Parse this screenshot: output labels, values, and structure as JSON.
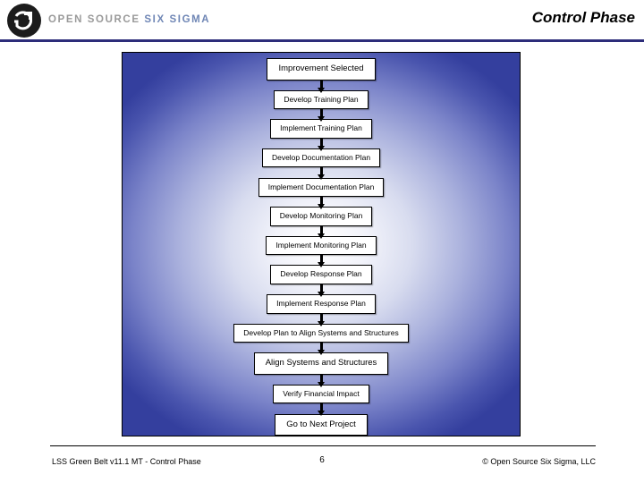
{
  "header": {
    "brand_open": "OPEN SOURCE ",
    "brand_six": "SIX SIGMA",
    "title": "Control Phase",
    "logo_icon": "open-source-six-sigma-logo-icon"
  },
  "flow": {
    "nodes": [
      {
        "label": "Improvement Selected",
        "size": "big"
      },
      {
        "label": "Develop Training Plan",
        "size": "small"
      },
      {
        "label": "Implement Training Plan",
        "size": "small"
      },
      {
        "label": "Develop Documentation Plan",
        "size": "small"
      },
      {
        "label": "Implement Documentation Plan",
        "size": "small"
      },
      {
        "label": "Develop Monitoring Plan",
        "size": "small"
      },
      {
        "label": "Implement Monitoring Plan",
        "size": "small"
      },
      {
        "label": "Develop Response Plan",
        "size": "small"
      },
      {
        "label": "Implement Response Plan",
        "size": "small"
      },
      {
        "label": "Develop Plan to Align Systems and Structures",
        "size": "small"
      },
      {
        "label": "Align Systems and Structures",
        "size": "big"
      },
      {
        "label": "Verify Financial Impact",
        "size": "small"
      },
      {
        "label": "Go to Next Project",
        "size": "big"
      }
    ]
  },
  "footer": {
    "left": "LSS Green Belt v11.1 MT - Control Phase",
    "page_number": "6",
    "right": "© Open Source Six Sigma, LLC"
  }
}
